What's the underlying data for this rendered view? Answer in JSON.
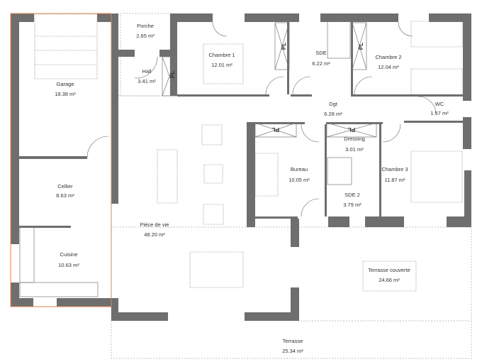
{
  "plan": {
    "rooms": [
      {
        "name": "Porche",
        "area": "2.65 m²"
      },
      {
        "name": "Hall",
        "area": "3.41 m²"
      },
      {
        "name": "Garage",
        "area": "18.38 m²"
      },
      {
        "name": "Chambre 1",
        "area": "12.01 m²"
      },
      {
        "name": "SDE",
        "area": "6.22 m²"
      },
      {
        "name": "Chambre 2",
        "area": "12.04 m²"
      },
      {
        "name": "Dgt",
        "area": "6.28 m²"
      },
      {
        "name": "WC",
        "area": "1.57 m²"
      },
      {
        "name": "Dressing",
        "area": "3.01 m²"
      },
      {
        "name": "Bureau",
        "area": "10.05 m²"
      },
      {
        "name": "Chambre 3",
        "area": "11.87 m²"
      },
      {
        "name": "SDE 2",
        "area": "3.79 m²"
      },
      {
        "name": "Cellier",
        "area": "8.63 m²"
      },
      {
        "name": "Cuisine",
        "area": "10.63 m²"
      },
      {
        "name": "Pièce de vie",
        "area": "48.20 m²"
      },
      {
        "name": "Terrasse couverte",
        "area": "24.66 m²"
      },
      {
        "name": "Terrasse",
        "area": "25.34 m²"
      }
    ],
    "closet_label": "PL",
    "colors": {
      "wall": "#6e6e6e",
      "garage_outline": "#e8804a"
    }
  }
}
